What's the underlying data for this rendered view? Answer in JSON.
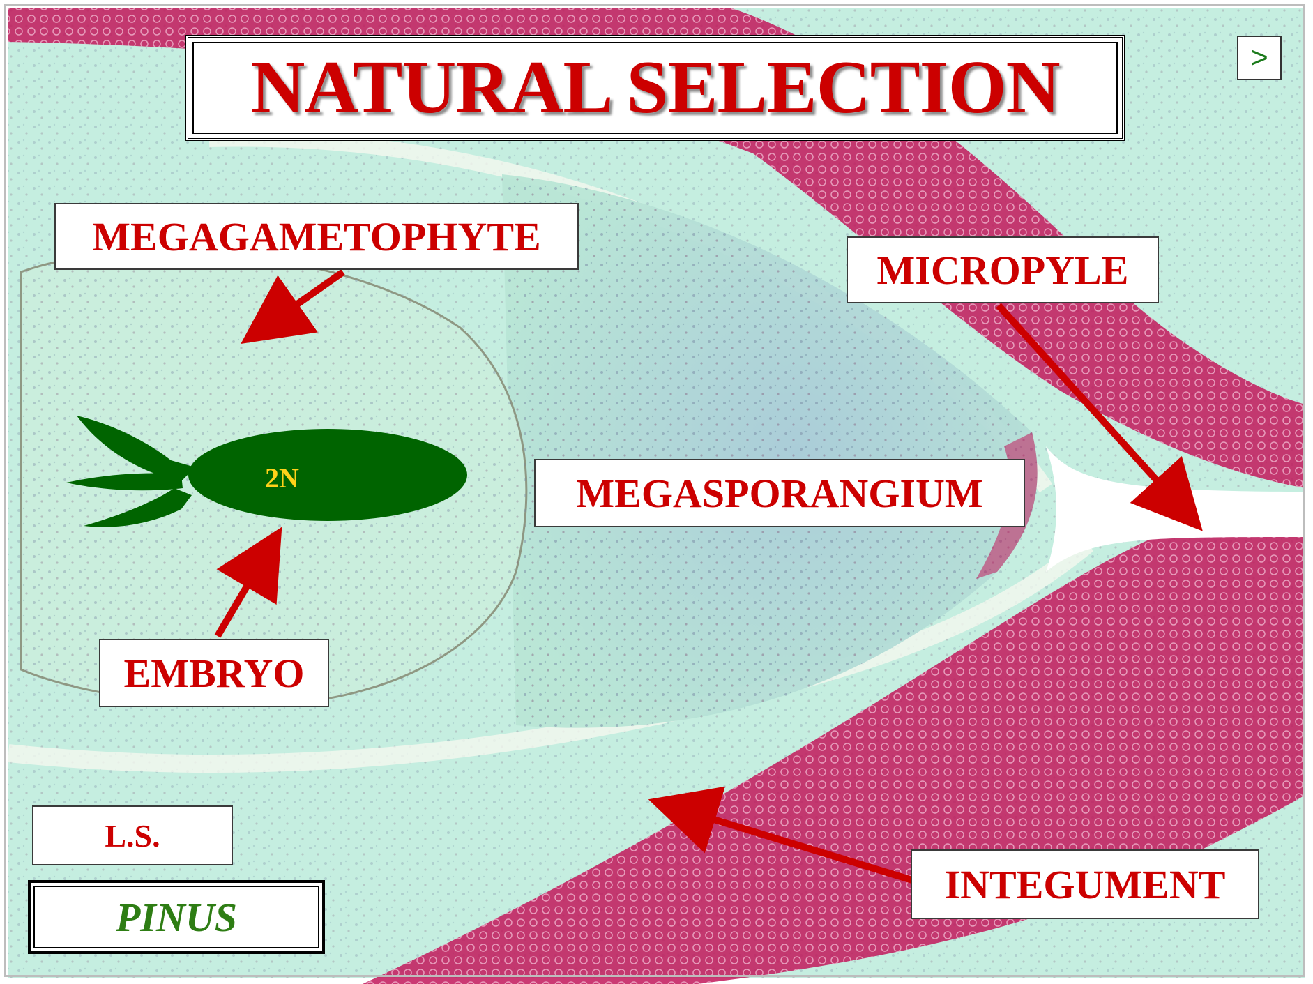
{
  "title": "NATURAL SELECTION",
  "nav": {
    "next_label": ">"
  },
  "labels": {
    "megagametophyte": "MEGAGAMETOPHYTE",
    "micropyle": "MICROPYLE",
    "megasporangium": "MEGASPORANGIUM",
    "embryo": "EMBRYO",
    "integument": "INTEGUMENT",
    "section": "L.S.",
    "genus": "PINUS"
  },
  "embryo_ploidy": "2N",
  "colors": {
    "label_text": "#cc0000",
    "arrow": "#cc0000",
    "embryo_fill": "#006400",
    "ploidy_text": "#ffd21a",
    "genus_text": "#2e7d14",
    "tissue_green": "#b6ead8",
    "integument_magenta": "#c2185b"
  }
}
